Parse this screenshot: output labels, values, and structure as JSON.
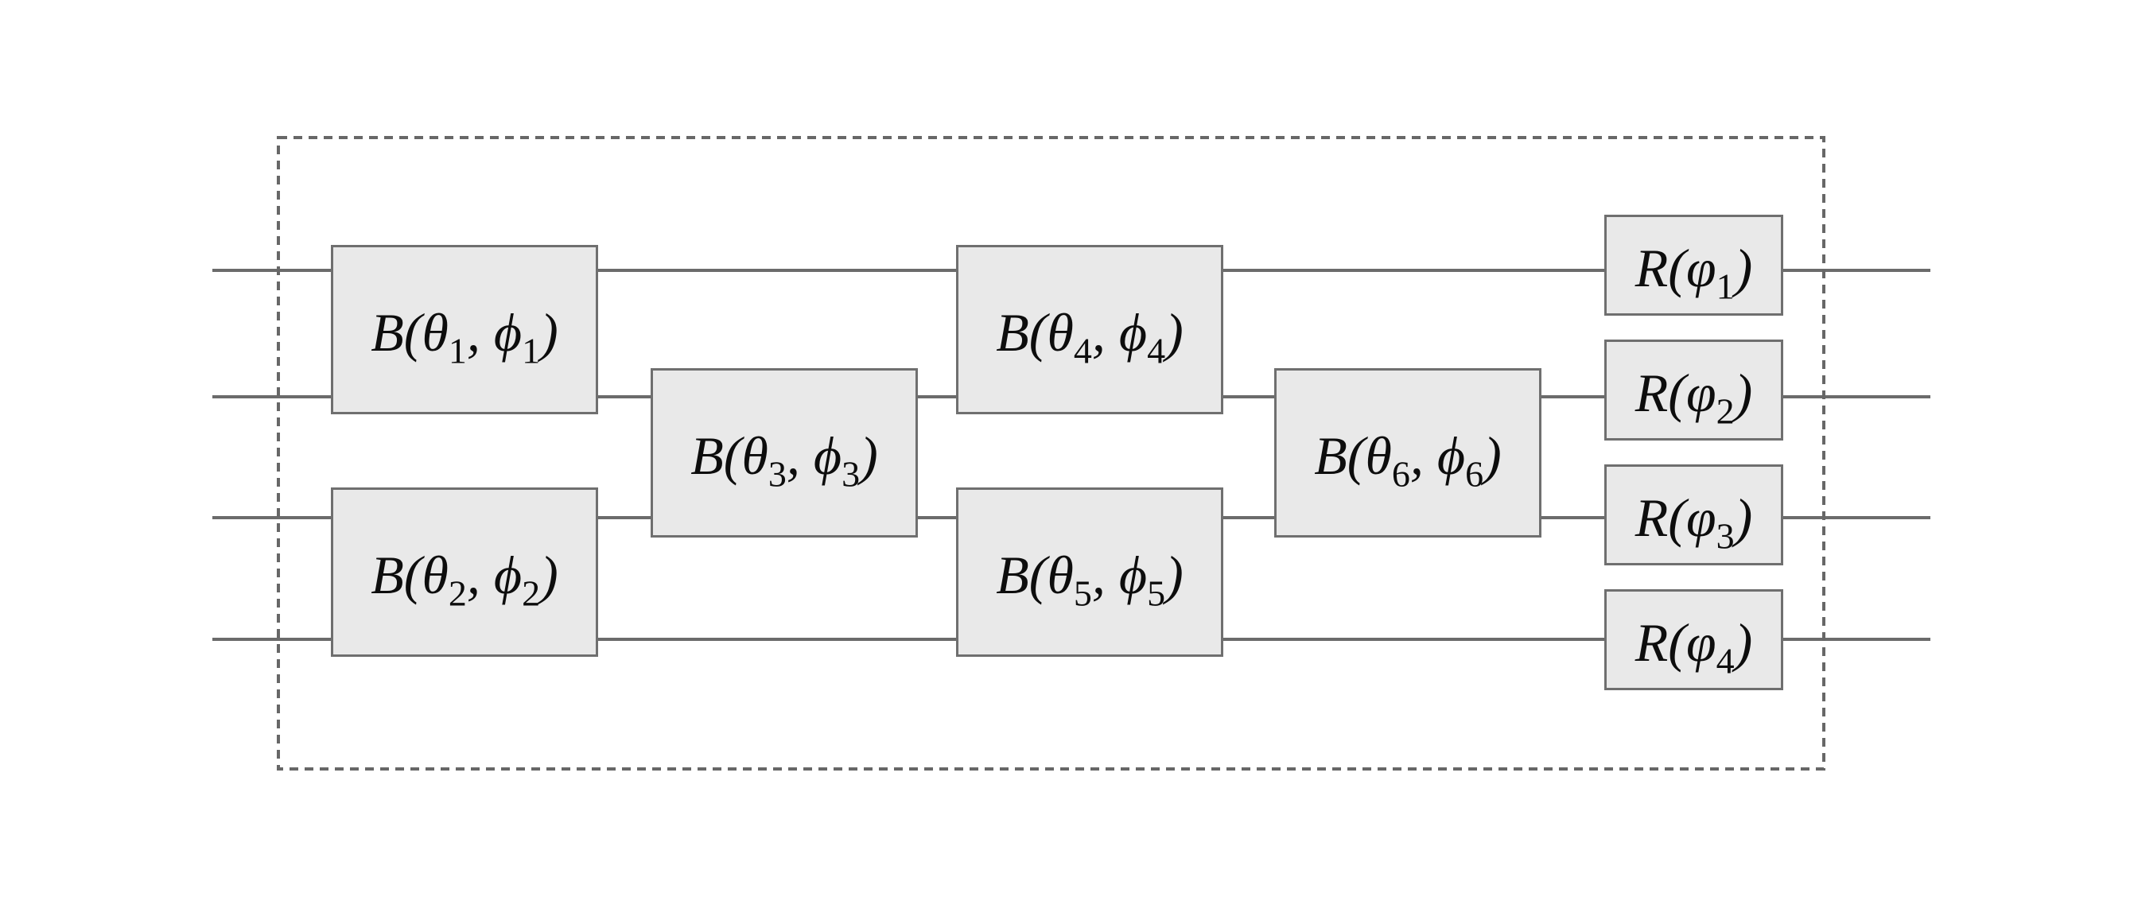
{
  "diagram": {
    "type": "photonic-circuit",
    "wire_count": 4,
    "colors": {
      "background": "#ffffff",
      "wire": "#6b6b6b",
      "gate_fill": "#e9e9e9",
      "gate_border": "#6f6f6f",
      "boundary_dash": "#676767",
      "text": "#0d0d0d"
    },
    "b_gates": [
      {
        "pre": "B(θ",
        "sub1": "1",
        "mid": ", ϕ",
        "sub2": "1",
        "post": ")"
      },
      {
        "pre": "B(θ",
        "sub1": "2",
        "mid": ", ϕ",
        "sub2": "2",
        "post": ")"
      },
      {
        "pre": "B(θ",
        "sub1": "3",
        "mid": ", ϕ",
        "sub2": "3",
        "post": ")"
      },
      {
        "pre": "B(θ",
        "sub1": "4",
        "mid": ", ϕ",
        "sub2": "4",
        "post": ")"
      },
      {
        "pre": "B(θ",
        "sub1": "5",
        "mid": ", ϕ",
        "sub2": "5",
        "post": ")"
      },
      {
        "pre": "B(θ",
        "sub1": "6",
        "mid": ", ϕ",
        "sub2": "6",
        "post": ")"
      }
    ],
    "r_gates": [
      {
        "pre": "R(φ",
        "sub": "1",
        "post": ")"
      },
      {
        "pre": "R(φ",
        "sub": "2",
        "post": ")"
      },
      {
        "pre": "R(φ",
        "sub": "3",
        "post": ")"
      },
      {
        "pre": "R(φ",
        "sub": "4",
        "post": ")"
      }
    ]
  }
}
